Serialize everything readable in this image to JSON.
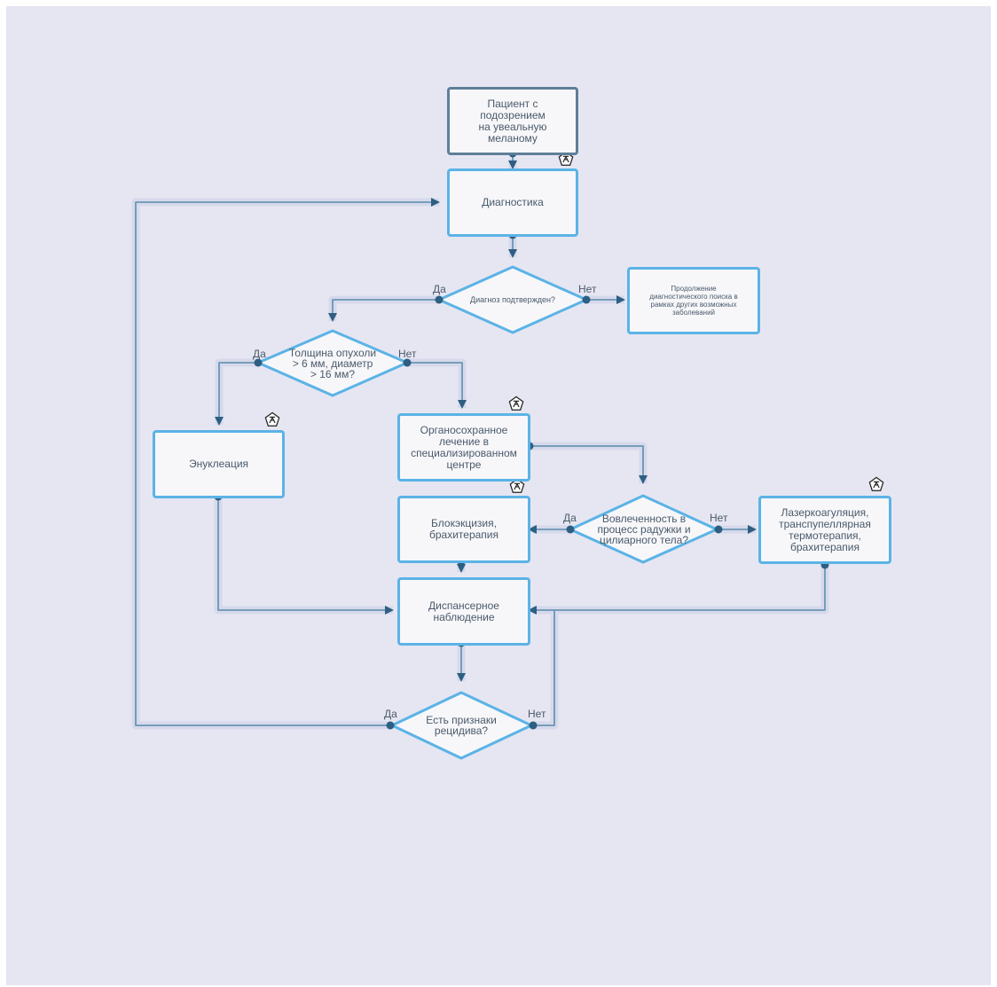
{
  "nodes": {
    "start": "Пациент с подозрением на увеальную меланому",
    "diagnostics": "Диагностика",
    "diag_confirmed": "Диагноз подтвержден?",
    "continue_search": "Продолжение диагностического поиска в рамках других возможных заболеваний",
    "thickness": "Толщина опухоли > 6 мм, диаметр > 16 мм?",
    "enucleation": "Энуклеация",
    "organ_preserving": "Органосохранное лечение в специализированном центре",
    "involvement": "Вовлеченность в процесс радужки и цилиарного тела?",
    "blockexcision": "Блокэкцизия, брахитерапия",
    "laser": "Лазеркоагуляция, транспупеллярная термотерапия, брахитерапия",
    "followup": "Диспансерное наблюдение",
    "recurrence": "Есть признаки рецидива?"
  },
  "edge_labels": {
    "yes": "Да",
    "no": "Нет"
  },
  "icons": {
    "specialist": "specialist-pentagon-icon"
  },
  "colors": {
    "background": "#e6e6f2",
    "node_border": "#5bb3e6",
    "start_border": "#5f7f98",
    "node_fill": "#f7f7fa",
    "connector": "#5f8fb0",
    "connector_halo": "#d5d9ea",
    "dot": "#2d5f82"
  }
}
